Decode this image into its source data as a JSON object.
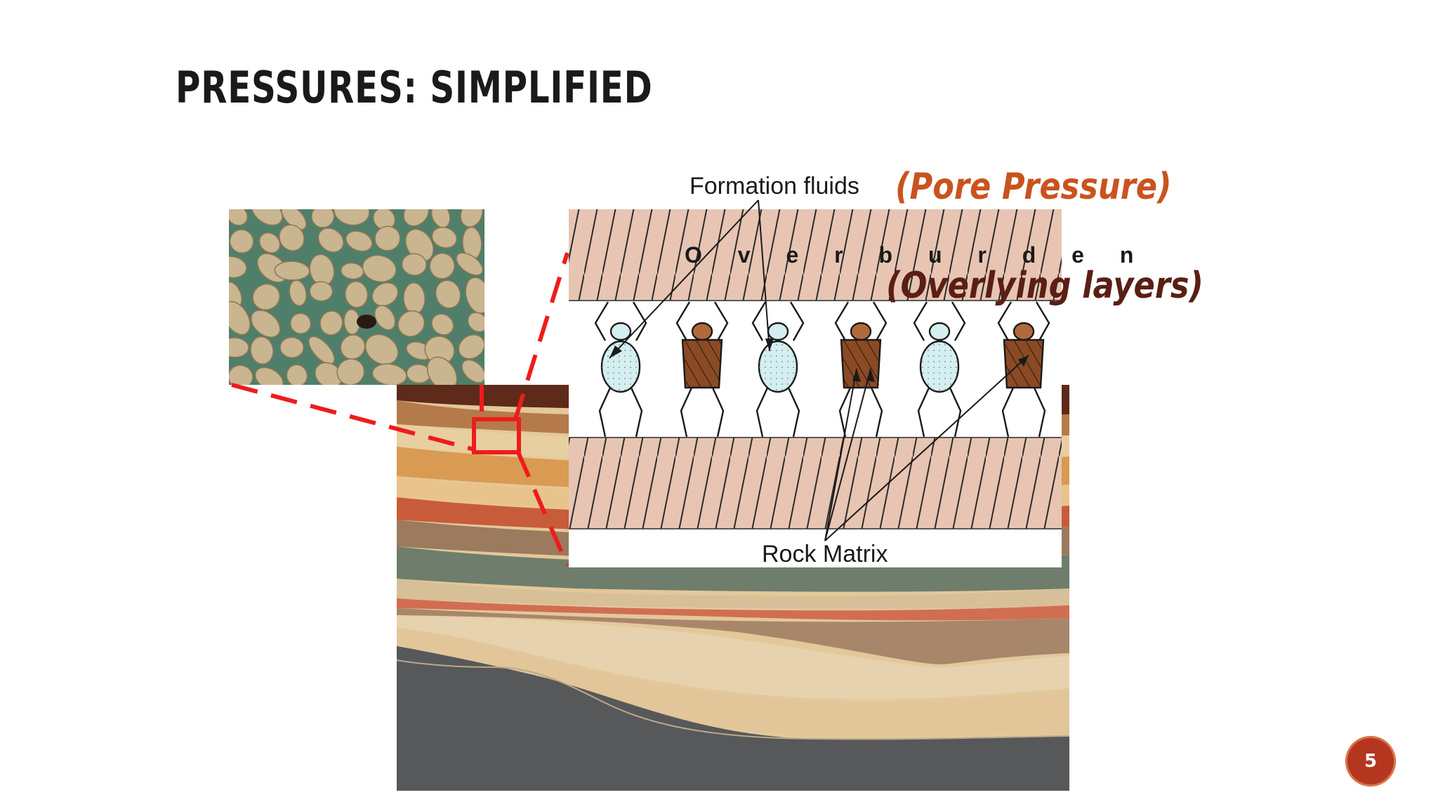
{
  "slide": {
    "title": "PRESSURES: SIMPLIFIED",
    "page_number": "5"
  },
  "diagram": {
    "formation_label": "Formation fluids",
    "overburden_label": "O v e r b u r d e n",
    "rock_label": "Rock Matrix",
    "pore_annotation": "(Pore Pressure)",
    "overlying_annotation": "(Overlying layers)"
  },
  "colors": {
    "accent_orange": "#c9531f",
    "accent_dark_red": "#5a1f14",
    "zoom_lines": "#ee1c1c",
    "badge": "#b5361f"
  }
}
